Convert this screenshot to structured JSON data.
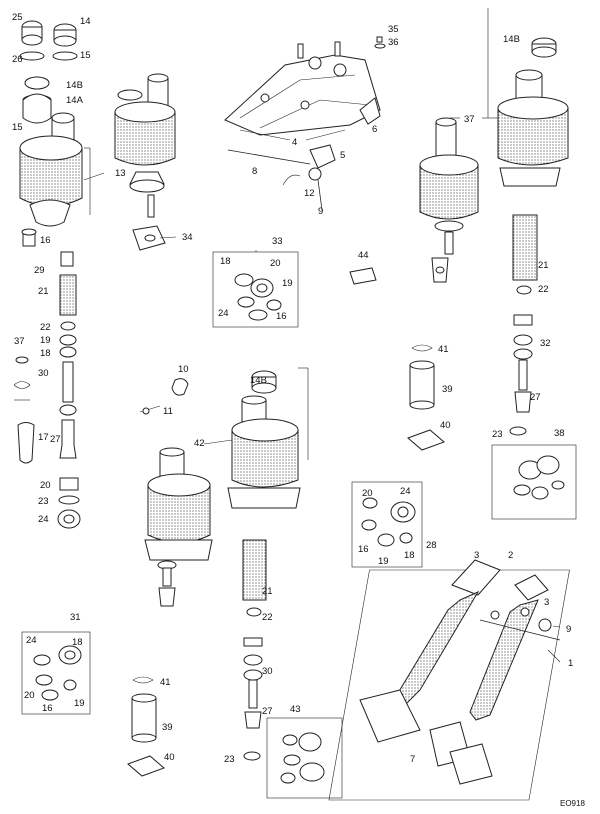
{
  "drawing_ref": "EO918",
  "callouts": {
    "c1": "1",
    "c2": "2",
    "c3a": "3",
    "c3b": "3",
    "c4": "4",
    "c5": "5",
    "c6": "6",
    "c7": "7",
    "c8": "8",
    "c9a": "9",
    "c9b": "9",
    "c10": "10",
    "c11": "11",
    "c12": "12",
    "c13": "13",
    "c14": "14",
    "c14a": "14A",
    "c14b_top": "14B",
    "c14b_left": "14B",
    "c14b_mid": "14B",
    "c15a": "15",
    "c15b": "15",
    "c16a": "16",
    "c16b": "16",
    "c16c": "16",
    "c16d": "16",
    "c17": "17",
    "c18a": "18",
    "c18b": "18",
    "c18c": "18",
    "c18d": "18",
    "c19a": "19",
    "c19b": "19",
    "c19c": "19",
    "c19d": "19",
    "c20a": "20",
    "c20b": "20",
    "c20c": "20",
    "c20d": "20",
    "c21a": "21",
    "c21b": "21",
    "c21c": "21",
    "c22a": "22",
    "c22b": "22",
    "c22c": "22",
    "c23a": "23",
    "c23b": "23",
    "c23c": "23",
    "c24a": "24",
    "c24b": "24",
    "c24c": "24",
    "c24d": "24",
    "c25": "25",
    "c26": "26",
    "c27a": "27",
    "c27b": "27",
    "c27c": "27",
    "c28": "28",
    "c29": "29",
    "c30a": "30",
    "c30b": "30",
    "c31": "31",
    "c32": "32",
    "c33": "33",
    "c34": "34",
    "c35": "35",
    "c36": "36",
    "c37a": "37",
    "c37b": "37",
    "c38": "38",
    "c39a": "39",
    "c39b": "39",
    "c40a": "40",
    "c40b": "40",
    "c41a": "41",
    "c41b": "41",
    "c42": "42",
    "c43": "43",
    "c44": "44"
  }
}
